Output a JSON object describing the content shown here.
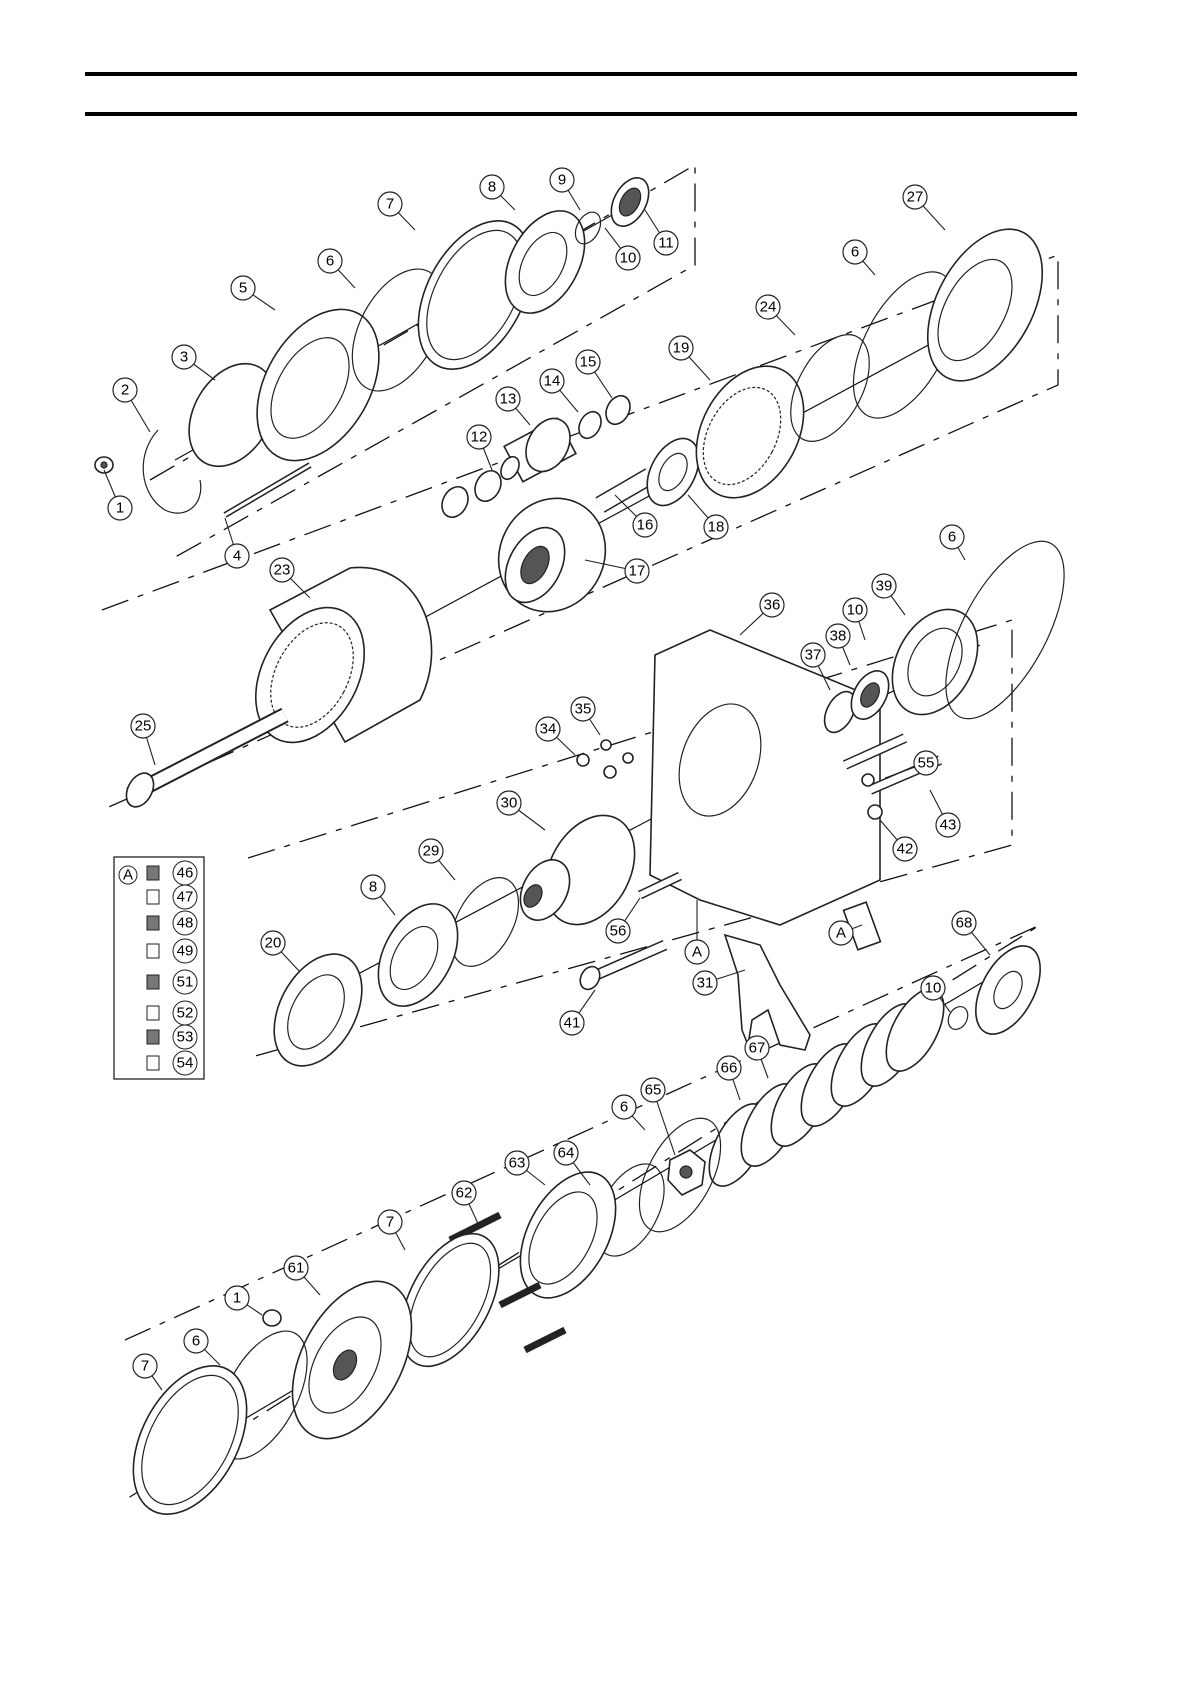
{
  "diagram": {
    "callouts": [
      {
        "id": "c1",
        "label": "1"
      },
      {
        "id": "c2",
        "label": "2"
      },
      {
        "id": "c3",
        "label": "3"
      },
      {
        "id": "c4",
        "label": "4"
      },
      {
        "id": "c5",
        "label": "5"
      },
      {
        "id": "c6a",
        "label": "6"
      },
      {
        "id": "c7a",
        "label": "7"
      },
      {
        "id": "c8a",
        "label": "8"
      },
      {
        "id": "c9",
        "label": "9"
      },
      {
        "id": "c10a",
        "label": "10"
      },
      {
        "id": "c11",
        "label": "11"
      },
      {
        "id": "c12",
        "label": "12"
      },
      {
        "id": "c13",
        "label": "13"
      },
      {
        "id": "c14",
        "label": "14"
      },
      {
        "id": "c15",
        "label": "15"
      },
      {
        "id": "c16",
        "label": "16"
      },
      {
        "id": "c17",
        "label": "17"
      },
      {
        "id": "c18",
        "label": "18"
      },
      {
        "id": "c19",
        "label": "19"
      },
      {
        "id": "c24",
        "label": "24"
      },
      {
        "id": "c6b",
        "label": "6"
      },
      {
        "id": "c27",
        "label": "27"
      },
      {
        "id": "c23",
        "label": "23"
      },
      {
        "id": "c25",
        "label": "25"
      },
      {
        "id": "c36",
        "label": "36"
      },
      {
        "id": "c39",
        "label": "39"
      },
      {
        "id": "c10b",
        "label": "10"
      },
      {
        "id": "c38",
        "label": "38"
      },
      {
        "id": "c37",
        "label": "37"
      },
      {
        "id": "c6c",
        "label": "6"
      },
      {
        "id": "c35",
        "label": "35"
      },
      {
        "id": "c34",
        "label": "34"
      },
      {
        "id": "c55",
        "label": "55"
      },
      {
        "id": "c42",
        "label": "42"
      },
      {
        "id": "c43",
        "label": "43"
      },
      {
        "id": "c30",
        "label": "30"
      },
      {
        "id": "c29",
        "label": "29"
      },
      {
        "id": "c8b",
        "label": "8"
      },
      {
        "id": "c20",
        "label": "20"
      },
      {
        "id": "c56",
        "label": "56"
      },
      {
        "id": "c41",
        "label": "41"
      },
      {
        "id": "c31",
        "label": "31"
      },
      {
        "id": "cA1",
        "label": "A"
      },
      {
        "id": "cA2",
        "label": "A"
      },
      {
        "id": "c68",
        "label": "68"
      },
      {
        "id": "c10c",
        "label": "10"
      },
      {
        "id": "c67",
        "label": "67"
      },
      {
        "id": "c66",
        "label": "66"
      },
      {
        "id": "c65",
        "label": "65"
      },
      {
        "id": "c6d",
        "label": "6"
      },
      {
        "id": "c64",
        "label": "64"
      },
      {
        "id": "c63",
        "label": "63"
      },
      {
        "id": "c62",
        "label": "62"
      },
      {
        "id": "c7b",
        "label": "7"
      },
      {
        "id": "c61",
        "label": "61"
      },
      {
        "id": "c1b",
        "label": "1"
      },
      {
        "id": "c6e",
        "label": "6"
      },
      {
        "id": "c7c",
        "label": "7"
      }
    ],
    "inset": {
      "key": "A",
      "items": [
        "46",
        "47",
        "48",
        "49",
        "51",
        "52",
        "53",
        "54"
      ]
    }
  }
}
